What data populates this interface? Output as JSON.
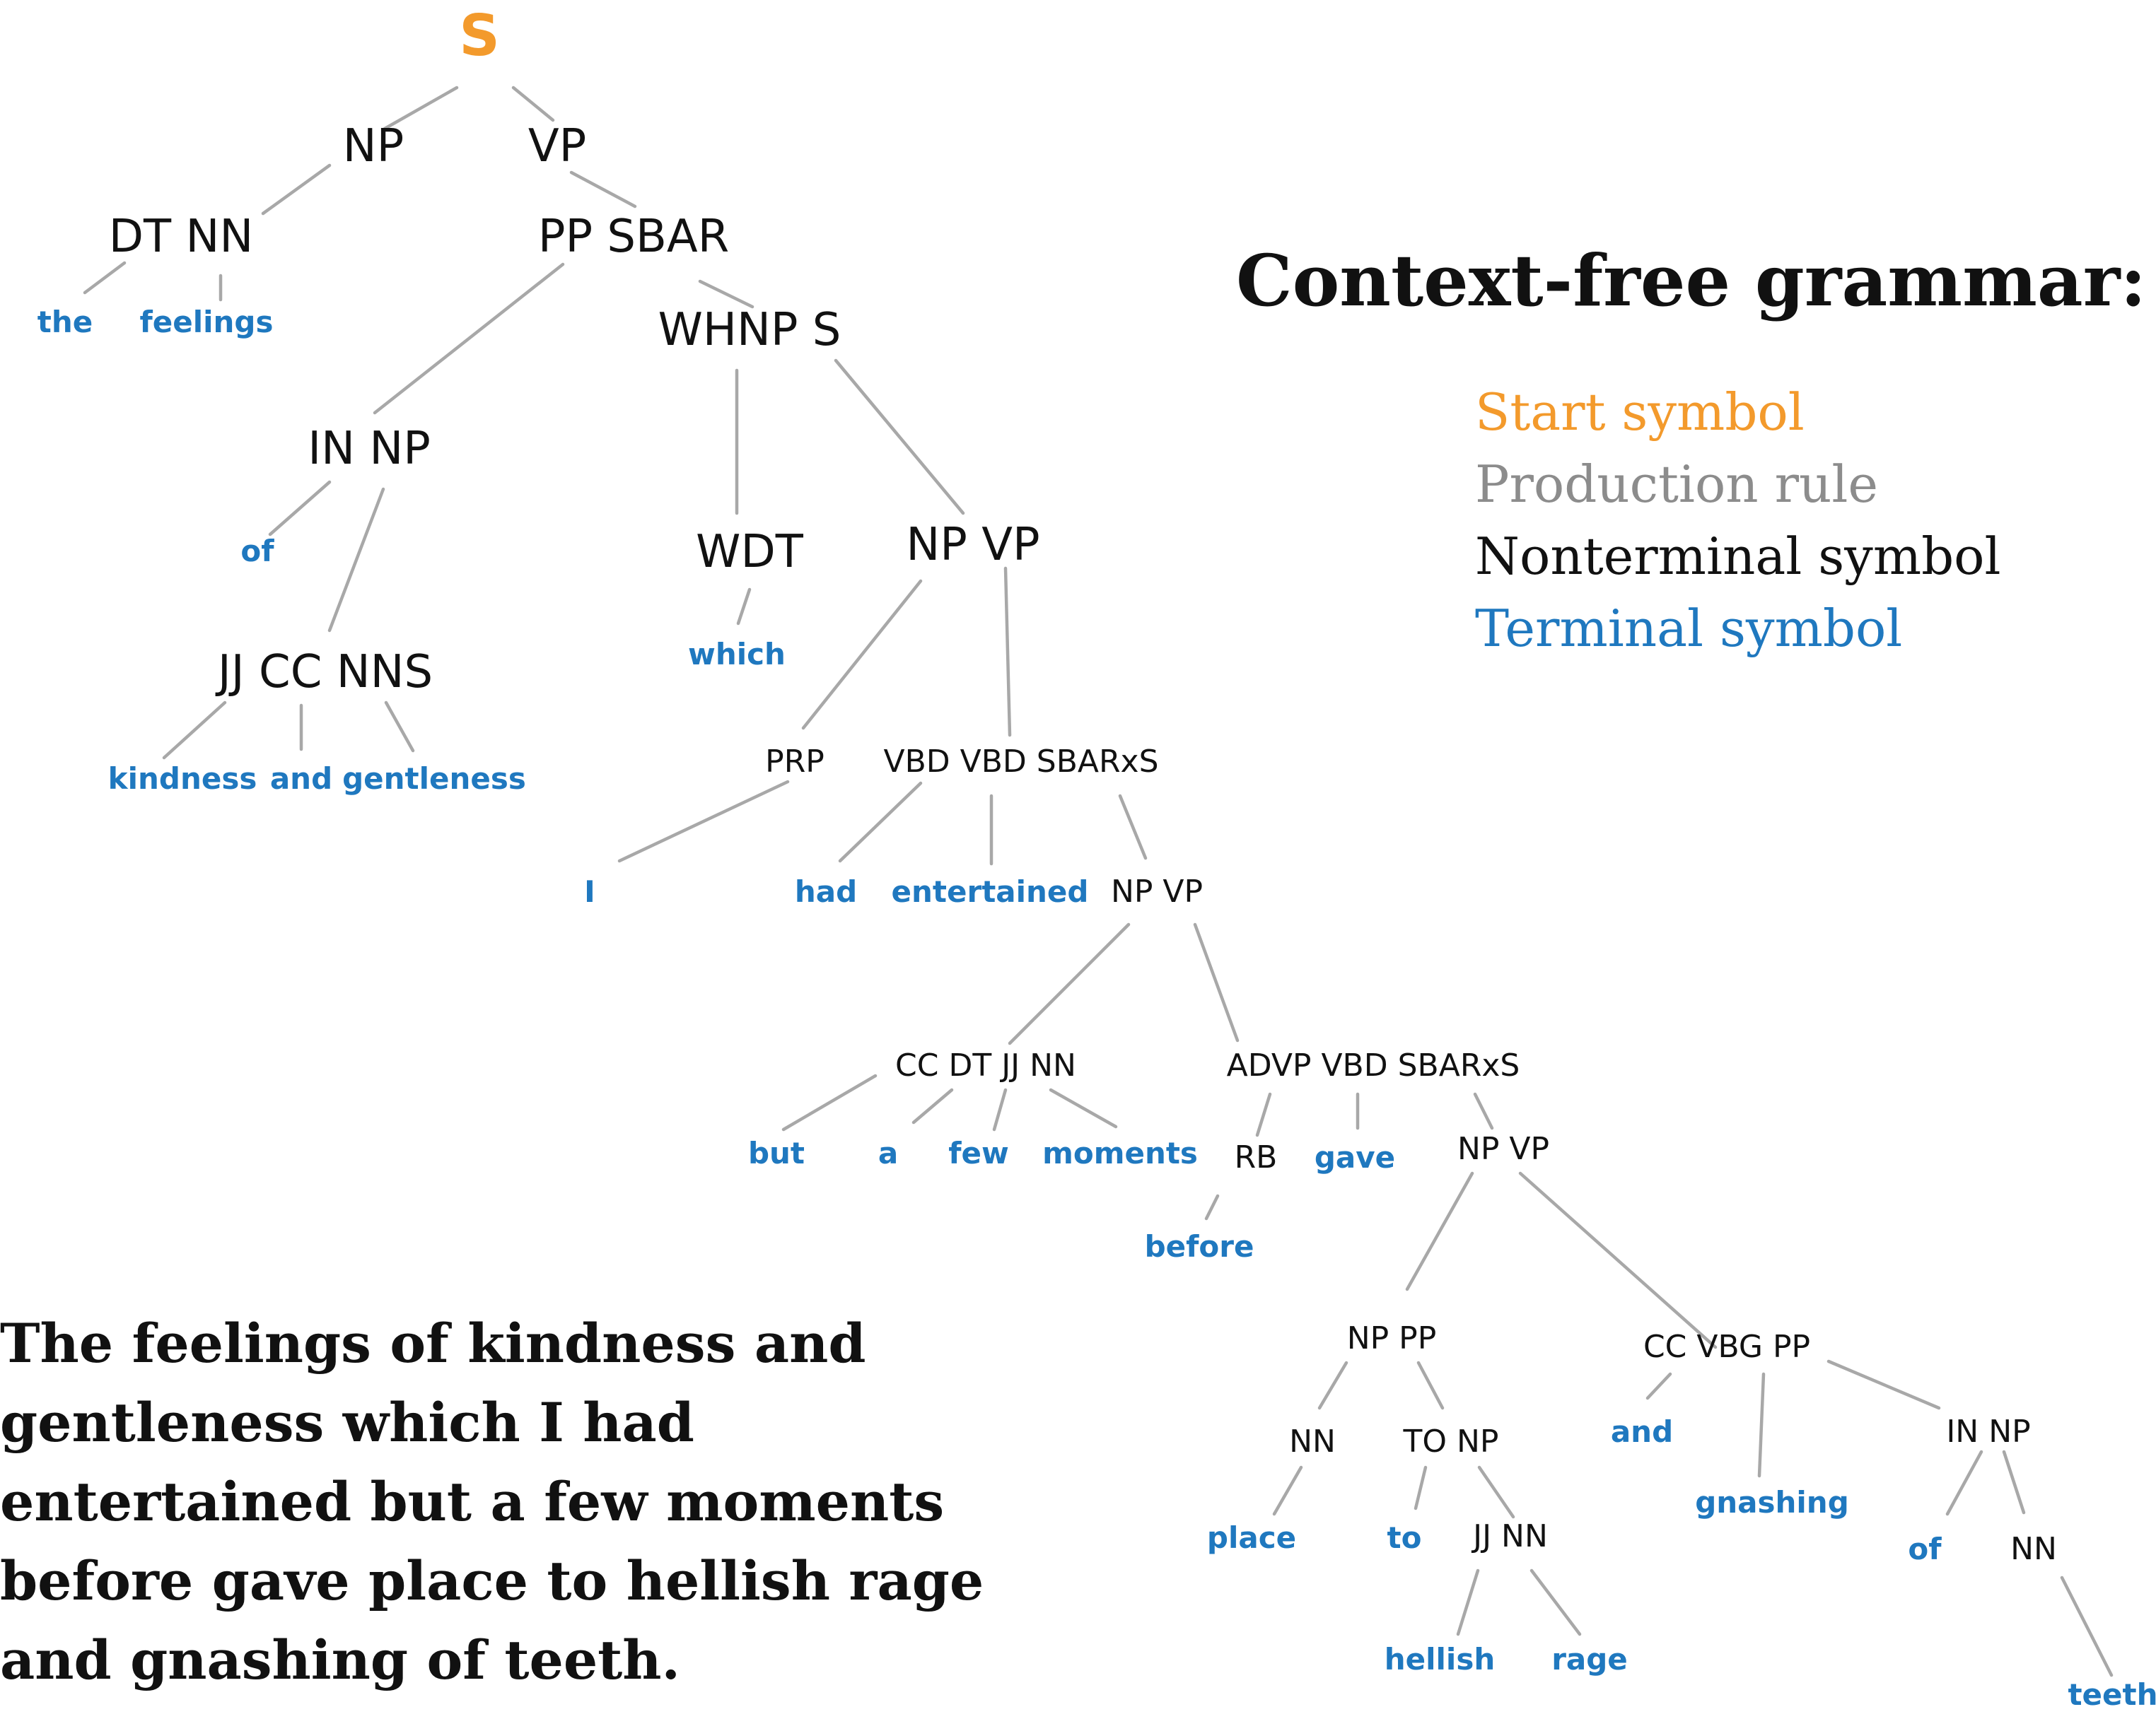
{
  "title": "Context-free grammar:",
  "legend": {
    "start": "Start symbol",
    "production": "Production rule",
    "nonterminal": "Nonterminal symbol",
    "terminal": "Terminal symbol"
  },
  "colors": {
    "start": "#f39a2c",
    "production": "#8c8c8c",
    "nonterminal": "#111111",
    "terminal": "#1f78bf"
  },
  "sentence": "The feelings of kindness and gentleness which I had entertained but a few moments before gave place to hellish rage and gnashing of teeth.",
  "nodes": {
    "s": "S",
    "np_top": "NP",
    "vp_top": "VP",
    "dt_nn": "DT NN",
    "pp_sbar": "PP SBAR",
    "whnp_s": "WHNP S",
    "in_np_1": "IN NP",
    "wdt": "WDT",
    "np_vp_1": "NP VP",
    "jj_cc_nns": "JJ CC NNS",
    "prp": "PRP",
    "vbd_vbd_sbarxs": "VBD VBD SBARxS",
    "np_vp_2": "NP VP",
    "cc_dt_jj_nn": "CC DT JJ NN",
    "advp_vbd_sbarxs": "ADVP VBD SBARxS",
    "rb": "RB",
    "np_vp_3": "NP VP",
    "np_pp": "NP PP",
    "cc_vbg_pp": "CC VBG PP",
    "nn_1": "NN",
    "to_np": "TO NP",
    "in_np_2": "IN NP",
    "jj_nn": "JJ NN",
    "nn_2": "NN"
  },
  "terminals": {
    "the": "the",
    "feelings": "feelings",
    "of_1": "of",
    "which": "which",
    "kindness": "kindness",
    "and_1": "and",
    "gentleness": "gentleness",
    "i": "I",
    "had": "had",
    "entertained": "entertained",
    "but": "but",
    "a": "a",
    "few": "few",
    "moments": "moments",
    "gave": "gave",
    "before": "before",
    "place": "place",
    "to": "to",
    "and_2": "and",
    "gnashing": "gnashing",
    "of_2": "of",
    "hellish": "hellish",
    "rage": "rage",
    "teeth": "teeth"
  }
}
